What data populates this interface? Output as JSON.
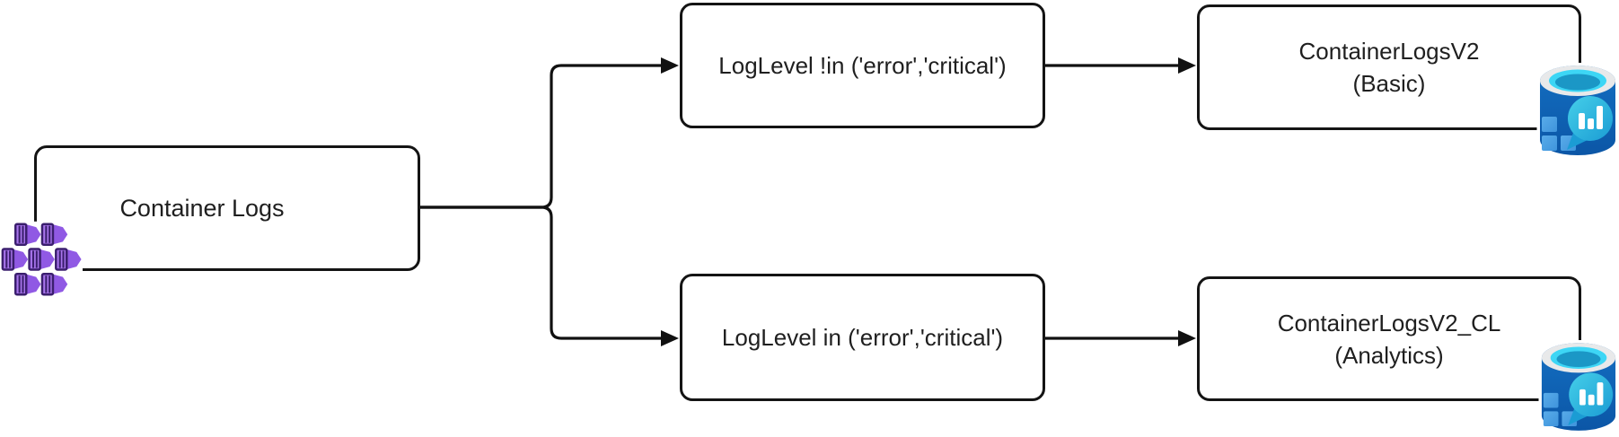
{
  "diagram": {
    "type": "flowchart",
    "direction": "left-to-right",
    "nodes": {
      "source": {
        "label": "Container Logs",
        "icon": "container-cluster-icon"
      },
      "filter_top": {
        "label": "LogLevel !in ('error','critical')"
      },
      "filter_bottom": {
        "label": "LogLevel in ('error','critical')"
      },
      "table_top": {
        "title": "ContainerLogsV2",
        "subtitle": "(Basic)",
        "icon": "log-analytics-database-icon"
      },
      "table_bottom": {
        "title": "ContainerLogsV2_CL",
        "subtitle": "(Analytics)",
        "icon": "log-analytics-database-icon"
      }
    },
    "edges": [
      {
        "from": "source",
        "to": "filter_top"
      },
      {
        "from": "source",
        "to": "filter_bottom"
      },
      {
        "from": "filter_top",
        "to": "table_top"
      },
      {
        "from": "filter_bottom",
        "to": "table_bottom"
      }
    ],
    "colors": {
      "background": "#ffffff",
      "node_fill": "#ffffff",
      "node_border": "#141414",
      "connector": "#111111",
      "text": "#1f1f1f",
      "container_purple_body": "#9059e4",
      "container_purple_front": "#a875ec",
      "container_purple_dark": "#3b1f6e",
      "db_body_blue_top": "#146fc2",
      "db_body_blue_bottom": "#0b56a6",
      "db_rim_gray": "#e8e9ea",
      "db_cyan": "#3dd6f5",
      "db_inner_teal": "#1b97c6",
      "db_bubble_teal_light": "#45cfe9",
      "db_bubble_teal_dark": "#1b9cd4",
      "db_square_blue": "#4da0e4",
      "db_bars_white": "#ffffff"
    }
  }
}
